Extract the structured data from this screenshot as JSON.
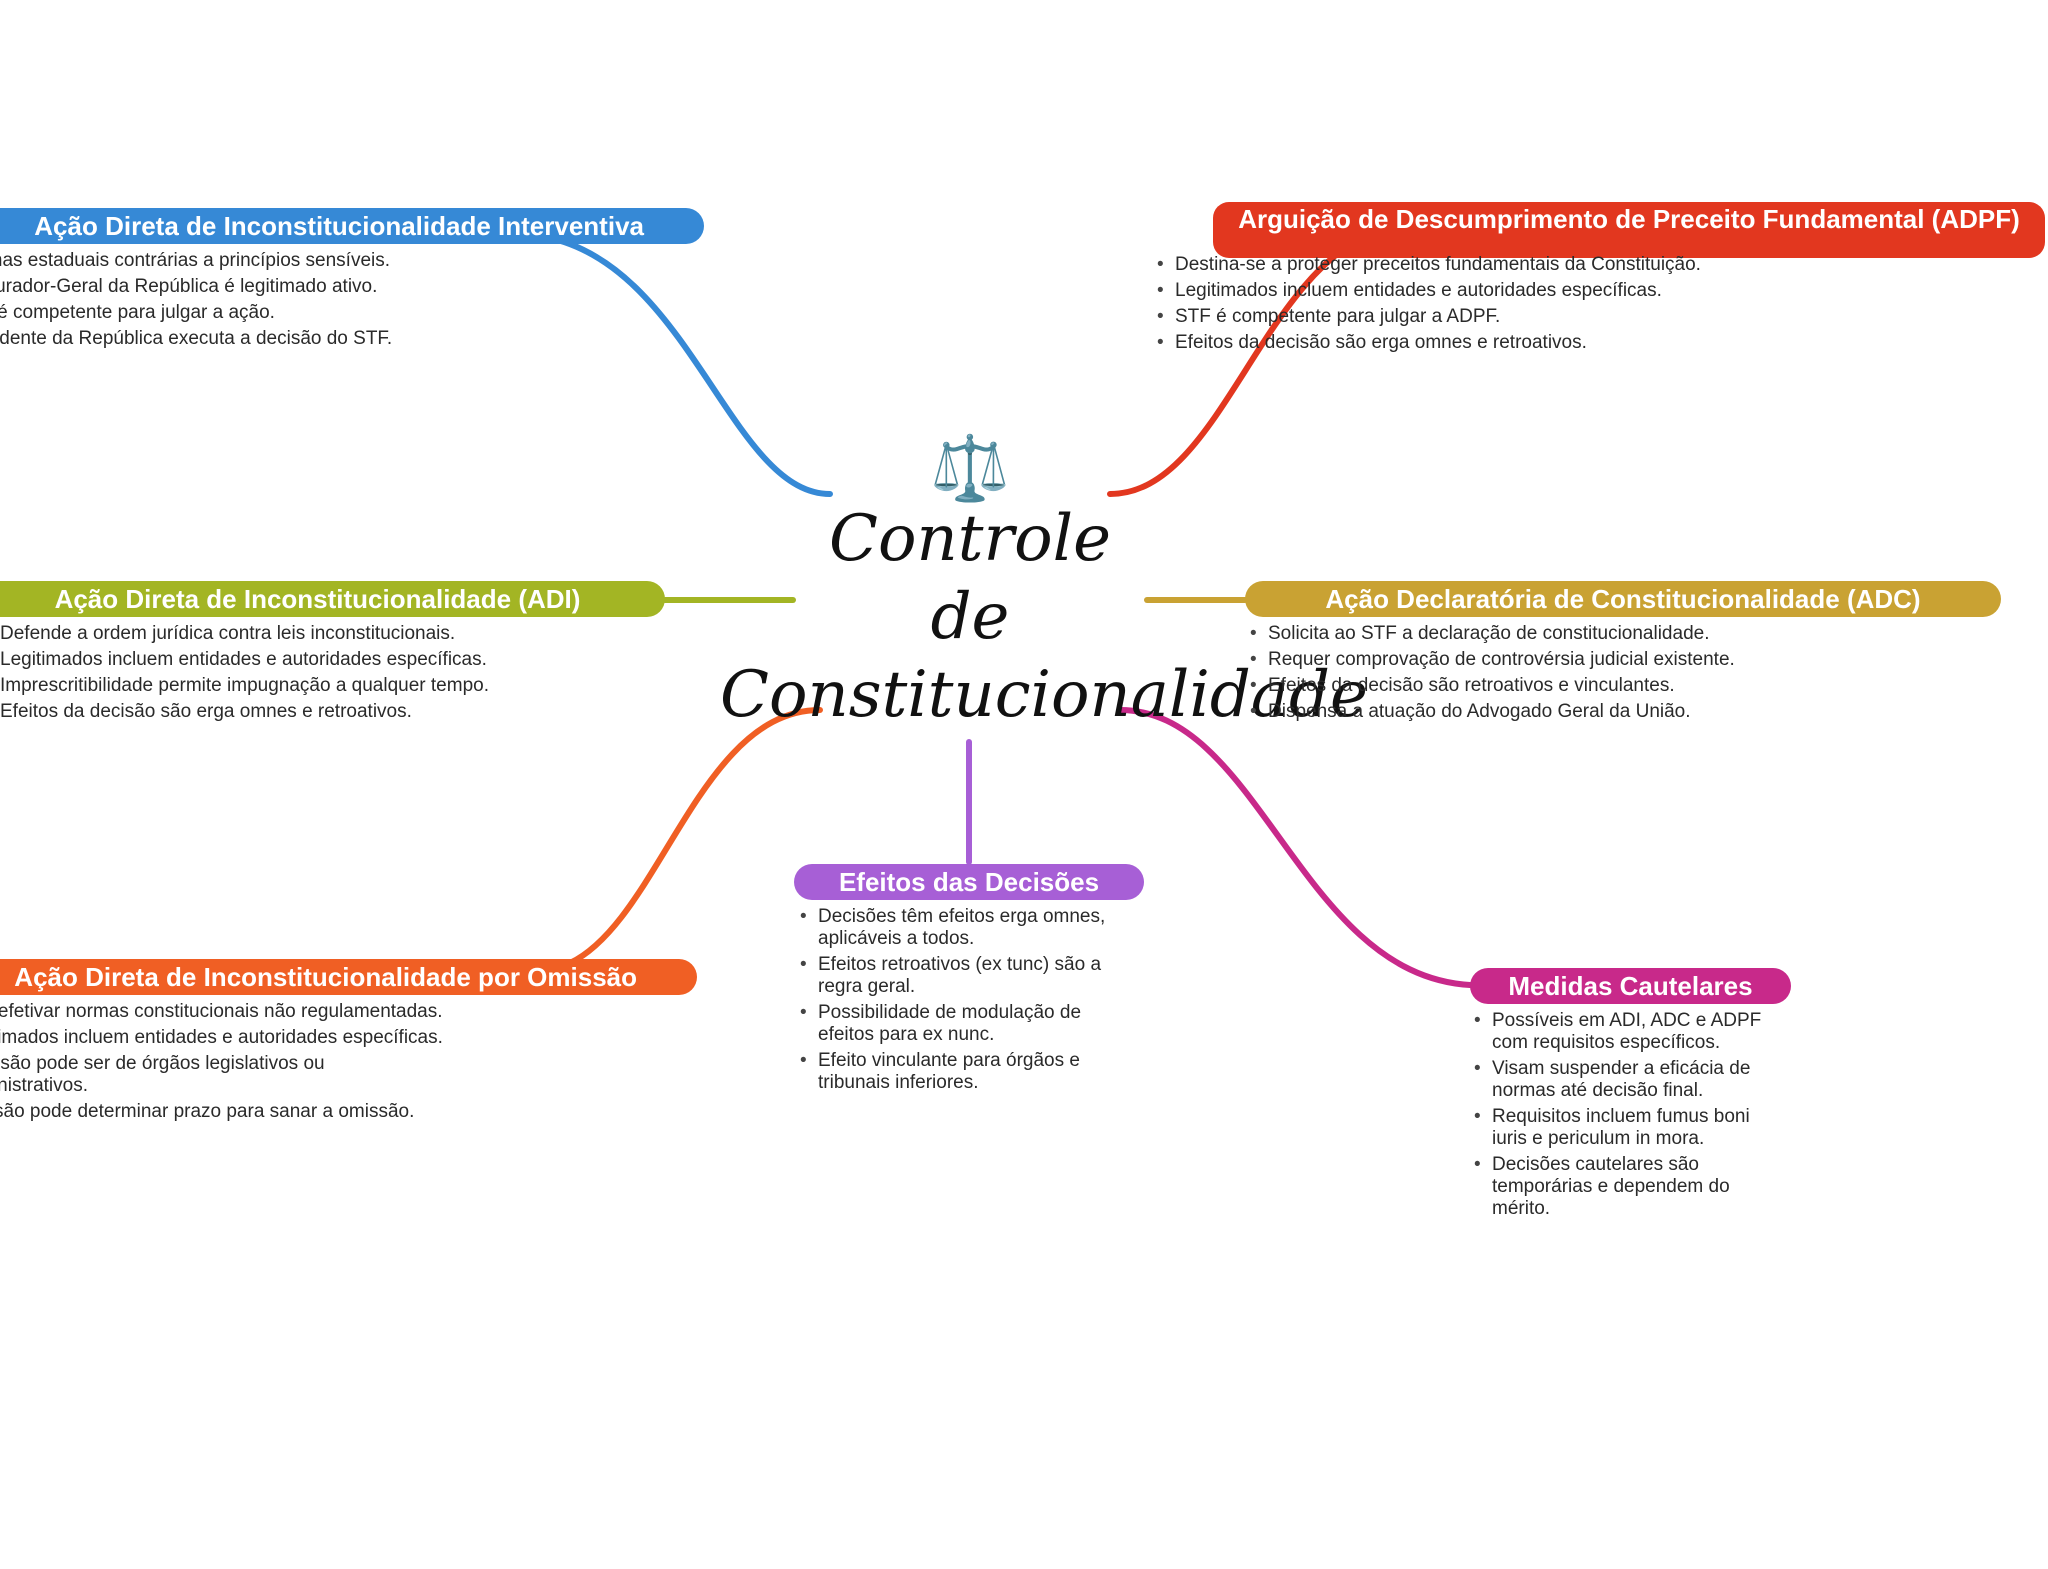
{
  "center": {
    "emoji": "⚖️",
    "title_lines": [
      "Controle",
      "de",
      "Constitucionalidade"
    ]
  },
  "branches": [
    {
      "id": "interventiva",
      "title": "Ação Direta de Inconstitucionalidade Interventiva",
      "color": "#3689D6",
      "notes": [
        "Normas estaduais contrárias a princípios sensíveis.",
        "Procurador-Geral da República é legitimado ativo.",
        "STF é competente para julgar a ação.",
        "Presidente da República executa a decisão do STF."
      ]
    },
    {
      "id": "adpf",
      "title": "Arguição de Descumprimento de Preceito Fundamental (ADPF)",
      "color": "#E2371F",
      "notes": [
        "Destina-se a proteger preceitos fundamentais da Constituição.",
        "Legitimados incluem entidades e autoridades específicas.",
        "STF é competente para julgar a ADPF.",
        "Efeitos da decisão são erga omnes e retroativos."
      ]
    },
    {
      "id": "adi",
      "title": "Ação Direta de Inconstitucionalidade (ADI)",
      "color": "#A3B524",
      "notes": [
        "Defende a ordem jurídica contra leis inconstitucionais.",
        "Legitimados incluem entidades e autoridades específicas.",
        "Imprescritibilidade permite impugnação a qualquer tempo.",
        "Efeitos da decisão são erga omnes e retroativos."
      ]
    },
    {
      "id": "adc",
      "title": "Ação Declaratória de Constitucionalidade (ADC)",
      "color": "#C9A233",
      "notes": [
        "Solicita ao STF a declaração de constitucionalidade.",
        "Requer comprovação de controvérsia judicial existente.",
        "Efeitos da decisão são retroativos e vinculantes.",
        "Dispensa a atuação do Advogado Geral da União."
      ]
    },
    {
      "id": "omissao",
      "title": "Ação Direta de Inconstitucionalidade por Omissão",
      "color": "#F05F24",
      "notes": [
        "Visa efetivar normas constitucionais não regulamentadas.",
        "Legitimados incluem entidades e autoridades específicas.",
        "Omissão pode ser de órgãos legislativos ou administrativos.",
        "Decisão pode determinar prazo para sanar a omissão."
      ]
    },
    {
      "id": "efeitos",
      "title": "Efeitos das Decisões",
      "color": "#A75FD6",
      "notes": [
        "Decisões têm efeitos erga omnes, aplicáveis a todos.",
        "Efeitos retroativos (ex tunc) são a regra geral.",
        "Possibilidade de modulação de efeitos para ex nunc.",
        "Efeito vinculante para órgãos e tribunais inferiores."
      ]
    },
    {
      "id": "cautelares",
      "title": "Medidas Cautelares",
      "color": "#C8298A",
      "notes": [
        "Possíveis em ADI, ADC e ADPF com requisitos específicos.",
        "Visam suspender a eficácia de normas até decisão final.",
        "Requisitos incluem fumus boni iuris e periculum in mora.",
        "Decisões cautelares são temporárias e dependem do mérito."
      ]
    }
  ]
}
